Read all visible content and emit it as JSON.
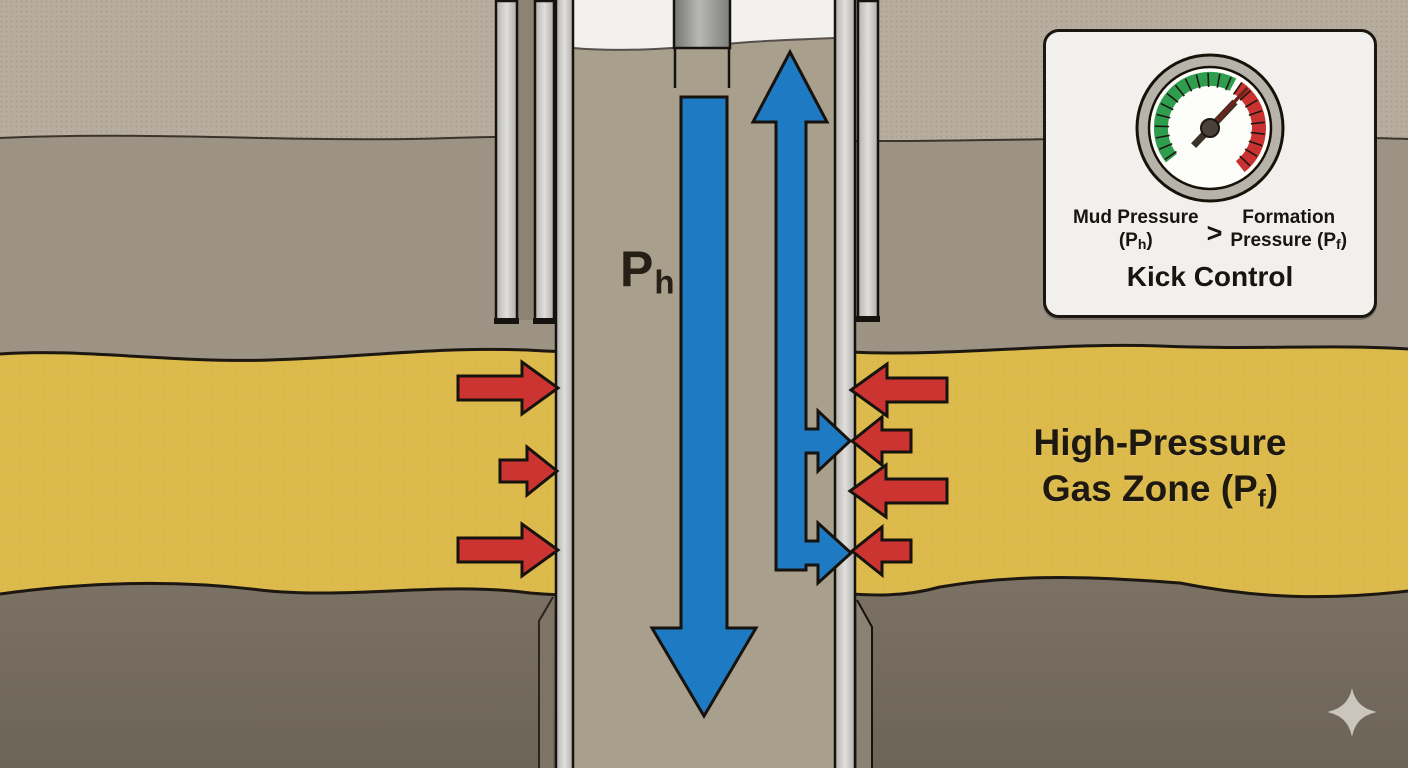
{
  "panel": {
    "gauge_icon": "pressure-gauge-icon",
    "mud_line1": "Mud Pressure",
    "mud_line2_pre": "(P",
    "mud_sub": "h",
    "mud_line2_post": ")",
    "comparator": ">",
    "formation_line1": "Formation",
    "formation_line2_pre": "Pressure (P",
    "formation_sub": "f",
    "formation_line2_post": ")",
    "title": "Kick Control"
  },
  "diagram": {
    "ph_main": "P",
    "ph_sub": "h",
    "gas_line1": "High-Pressure",
    "gas_line2_pre": "Gas Zone (P",
    "gas_sub": "f",
    "gas_line2_post": ")"
  },
  "icons": {
    "gauge": "pressure-gauge-icon",
    "sparkle": "sparkle-icon"
  },
  "colors": {
    "mud_pressure_blue": "#1e7ac2",
    "kick_arrow_red": "#cc3431",
    "gas_zone_yellow": "#dcba4b",
    "top_layer": "#b6ad9f",
    "second_layer": "#9d9384",
    "bottom_layer": "#746a5d",
    "wellbore_mud": "#a89f8d",
    "casing_gray": "#d0cfcc",
    "gauge_green": "#2f9d4e",
    "gauge_red": "#c93230",
    "panel_background": "#f1f0ec"
  }
}
